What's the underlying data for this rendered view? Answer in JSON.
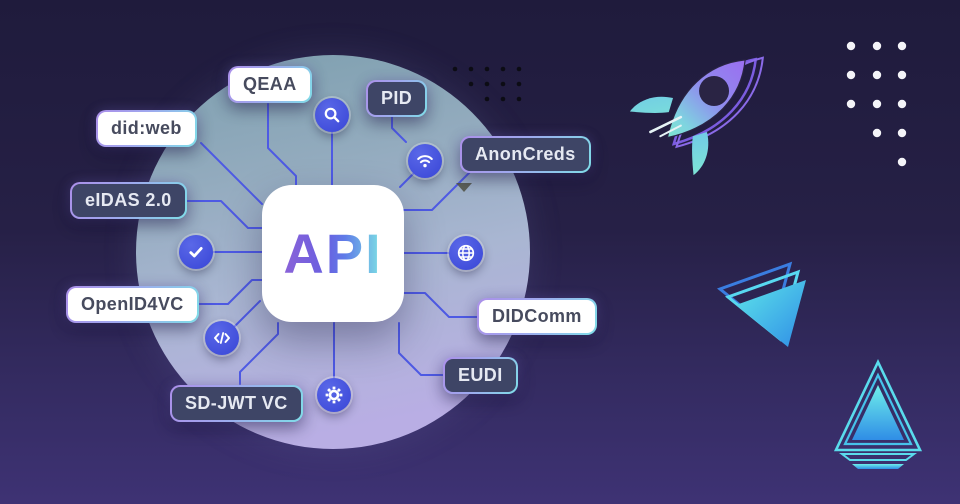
{
  "scene": {
    "center_label": "API",
    "nodes": [
      {
        "label": "QEAA",
        "style": "light"
      },
      {
        "label": "PID",
        "style": "dark"
      },
      {
        "label": "did:web",
        "style": "light"
      },
      {
        "label": "AnonCreds",
        "style": "dark"
      },
      {
        "label": "eIDAS 2.0",
        "style": "dark"
      },
      {
        "label": "OpenID4VC",
        "style": "light"
      },
      {
        "label": "DIDComm",
        "style": "light"
      },
      {
        "label": "EUDI",
        "style": "dark"
      },
      {
        "label": "SD-JWT VC",
        "style": "dark"
      }
    ],
    "icons": [
      "search-icon",
      "wifi-icon",
      "check-icon",
      "globe-icon",
      "code-icon",
      "gear-icon"
    ],
    "decorations": [
      "rocket-illustration",
      "triangle-group-right",
      "triangle-group-bottom-right",
      "white-dot-grid",
      "black-dot-grid",
      "chip-circle",
      "circuit-lines"
    ],
    "colors": {
      "background_top": "#1f1b3c",
      "background_bottom": "#3e3274",
      "circuit_line": "#4e5ae4",
      "icon_circle": "#4050dd",
      "pill_border_start": "#ab8fe9",
      "pill_border_end": "#7fdde8",
      "pill_dark_bg": "#3e4566",
      "pill_light_bg": "#ffffff",
      "api_gradient_start": "#8b63d8",
      "api_gradient_mid": "#6a5fe0",
      "api_gradient_end": "#7ee4e4",
      "accent_cyan": "#45d2ee",
      "accent_purple": "#8a63e8"
    }
  }
}
